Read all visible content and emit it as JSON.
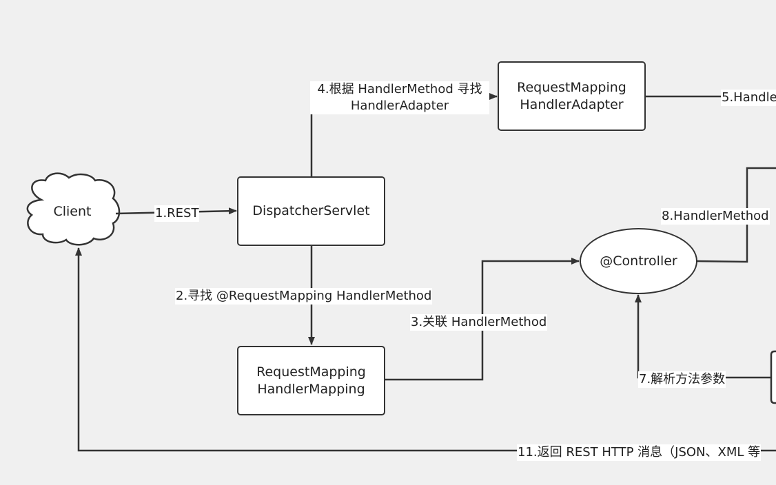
{
  "nodes": {
    "client": "Client",
    "dispatcher": "DispatcherServlet",
    "handler_adapter": "RequestMapping\nHandlerAdapter",
    "handler_mapping": "RequestMapping\nHandlerMapping",
    "controller": "@Controller"
  },
  "edges": {
    "e1": "1.REST",
    "e2": "2.寻找 @RequestMapping HandlerMethod",
    "e3": "3.关联 HandlerMethod",
    "e4": "4.根据 HandlerMethod 寻找\nHandlerAdapter",
    "e5": "5.Handle",
    "e7": "7.解析方法参数",
    "e8": "8.HandlerMethod",
    "e11": "11.返回 REST HTTP 消息（JSON、XML 等"
  },
  "colors": {
    "background": "#f0f0f0",
    "node_fill": "#ffffff",
    "stroke": "#333333"
  }
}
